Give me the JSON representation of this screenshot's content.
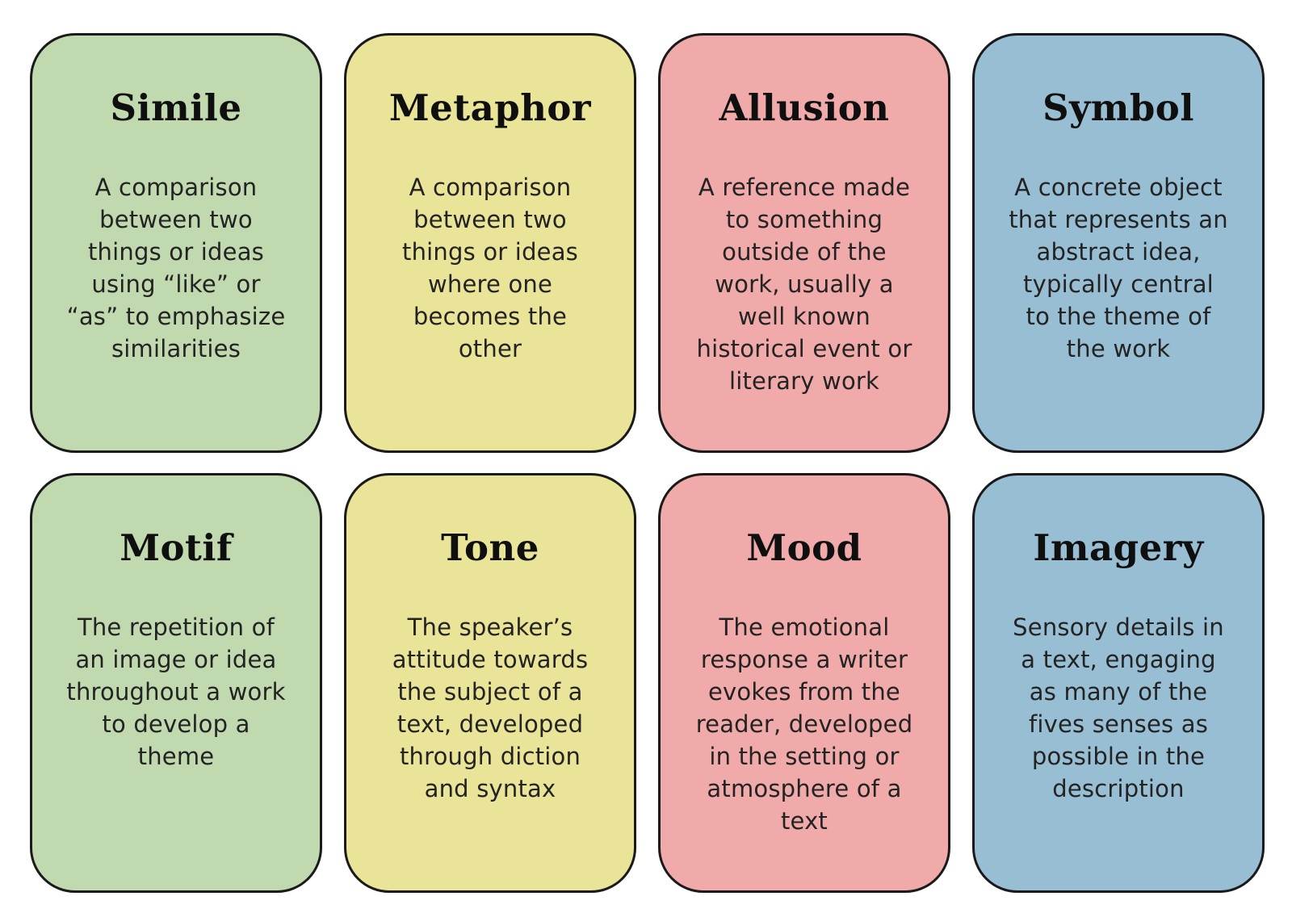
{
  "page": {
    "background": "#ffffff",
    "border_color": "#1a1a1a",
    "title_color": "#0f0f0f",
    "body_color": "#232323"
  },
  "cards": [
    {
      "id": "simile",
      "title": "Simile",
      "definition": "A comparison\nbetween two\nthings or ideas\nusing “like” or\n“as” to emphasize\nsimilarities",
      "color": "#c1d9ae"
    },
    {
      "id": "metaphor",
      "title": "Metaphor",
      "definition": "A comparison\nbetween two\nthings or ideas\nwhere one\nbecomes the\nother",
      "color": "#e9e497"
    },
    {
      "id": "allusion",
      "title": "Allusion",
      "definition": "A reference made\nto something\noutside of the\nwork, usually a\nwell known\nhistorical event or\nliterary work",
      "color": "#efaaa9"
    },
    {
      "id": "symbol",
      "title": "Symbol",
      "definition": "A concrete object\nthat represents an\nabstract idea,\ntypically central\nto the theme of\nthe work",
      "color": "#98bed3"
    },
    {
      "id": "motif",
      "title": "Motif",
      "definition": "The repetition of\nan image or idea\nthroughout a work\nto develop a\ntheme",
      "color": "#c1d9ae"
    },
    {
      "id": "tone",
      "title": "Tone",
      "definition": "The speaker’s\nattitude towards\nthe subject of a\ntext, developed\nthrough diction\nand syntax",
      "color": "#e9e497"
    },
    {
      "id": "mood",
      "title": "Mood",
      "definition": "The emotional\nresponse a writer\nevokes from the\nreader, developed\nin the setting or\natmosphere of a\ntext",
      "color": "#efaaa9"
    },
    {
      "id": "imagery",
      "title": "Imagery",
      "definition": "Sensory details in\na text, engaging\nas many of the\nfives senses as\npossible in the\ndescription",
      "color": "#98bed3"
    }
  ]
}
